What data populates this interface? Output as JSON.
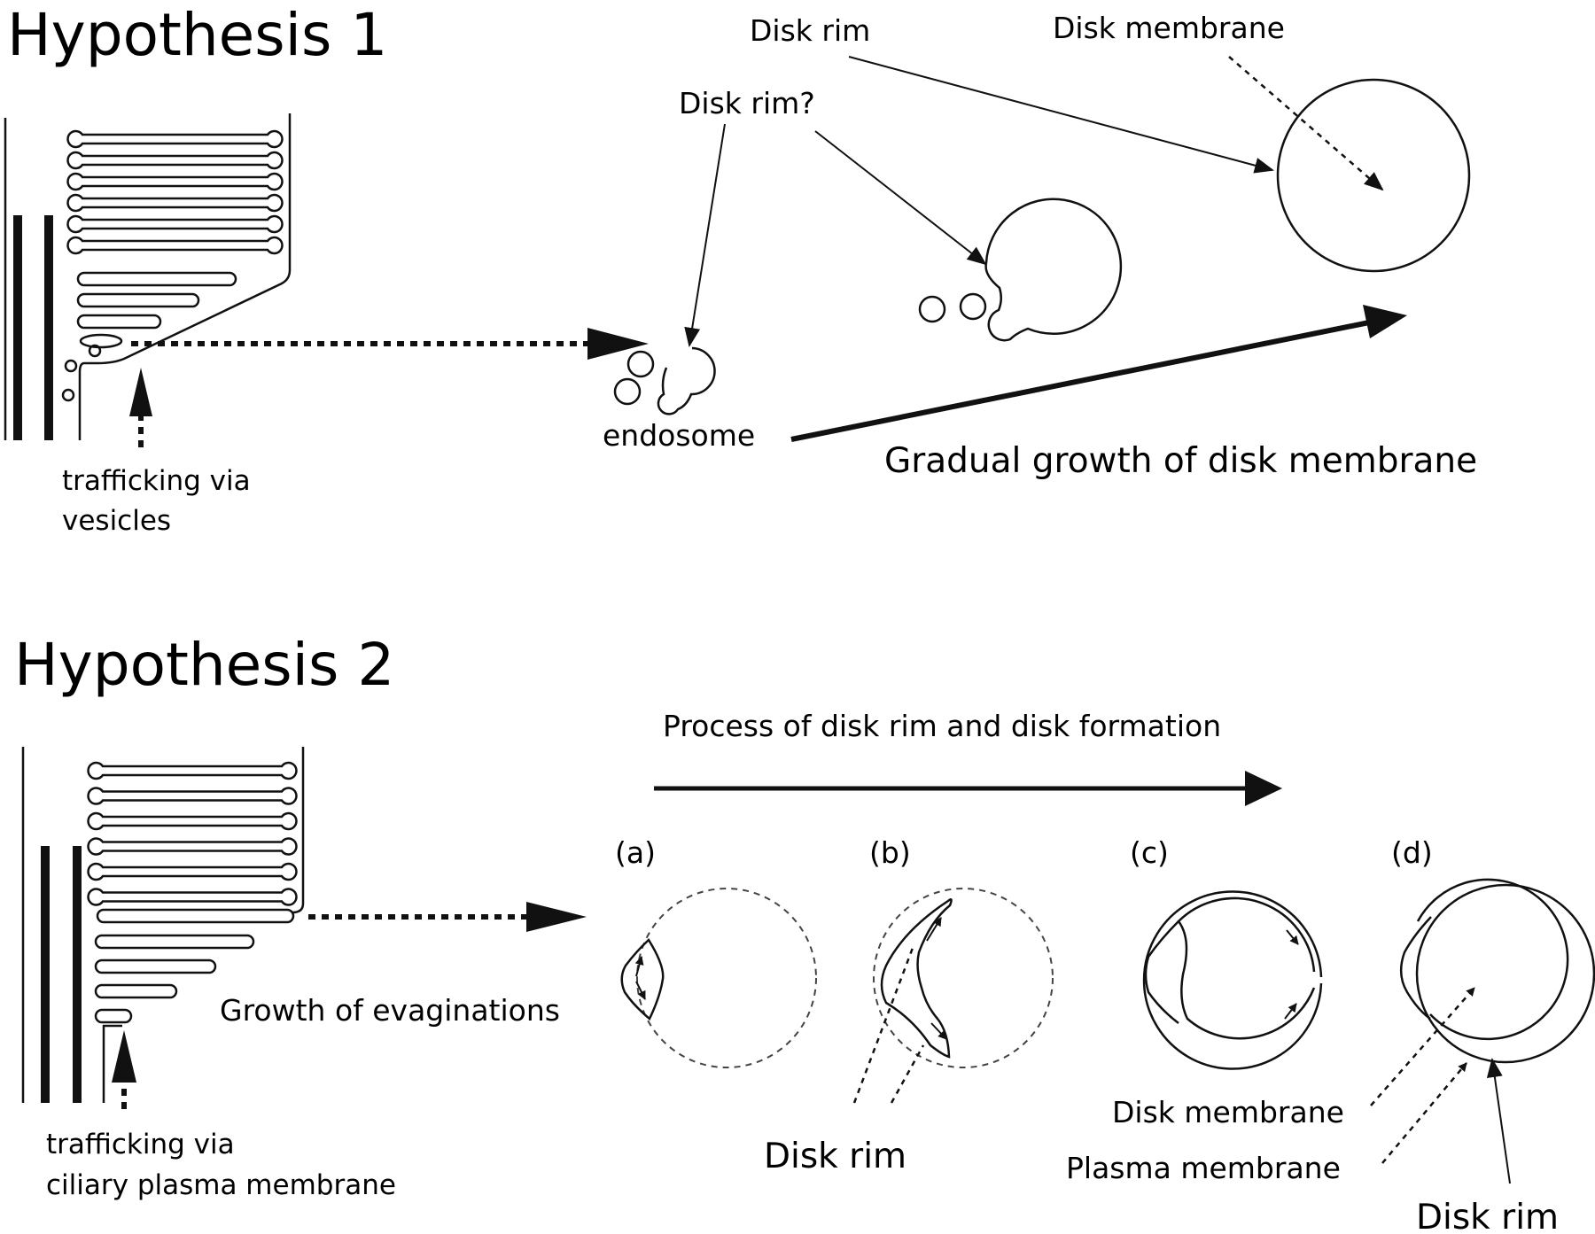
{
  "hypothesis1": {
    "title": "Hypothesis 1",
    "label_disk_rim": "Disk rim",
    "label_disk_rim_question": "Disk rim?",
    "label_disk_membrane": "Disk membrane",
    "label_endosome": "endosome",
    "label_growth": "Gradual growth of disk membrane",
    "label_trafficking_line1": "trafficking via",
    "label_trafficking_line2": "vesicles"
  },
  "hypothesis2": {
    "title": "Hypothesis 2",
    "label_process": "Process of disk rim and disk formation",
    "label_growth_evaginations": "Growth of evaginations",
    "label_trafficking_line1": "trafficking via",
    "label_trafficking_line2": "ciliary plasma membrane",
    "stages": [
      "(a)",
      "(b)",
      "(c)",
      "(d)"
    ],
    "label_disk_rim_b": "Disk rim",
    "label_disk_membrane": "Disk membrane",
    "label_plasma_membrane": "Plasma membrane",
    "label_disk_rim_d": "Disk rim"
  }
}
